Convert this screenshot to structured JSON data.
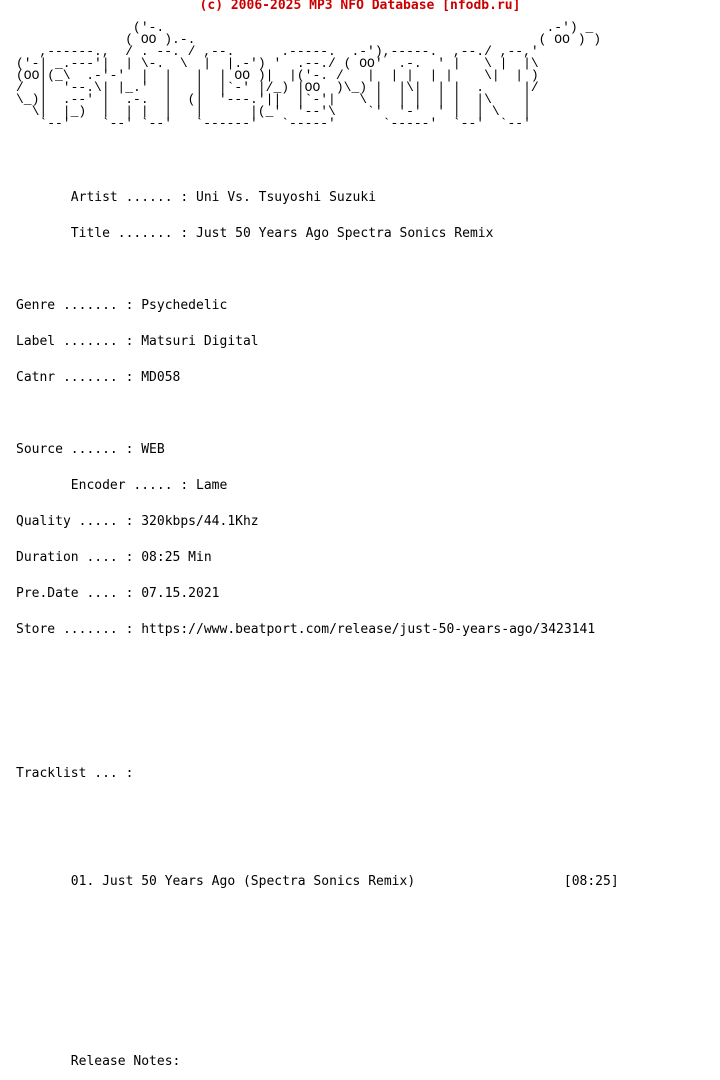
{
  "header": {
    "credit": "(c) 2006-2025 MP3 NFO Database [nfodb.ru]"
  },
  "logo": {
    "ascii": "               ('-.                                                 .-') _\n              ( OO ).-.                                            ( OO ) )\n   ,------.,  / . --. / ,--.      .-----.  .-'),-----.  ,--./ ,--,'\n('-| _.---'|  | \\-.  \\  |  |.-') '  .--./ ( OO'  .-.  ' |   \\ |  |\\\n(OO|(_\\  .-'-'  |  |   |  | OO )|  |('-. /   |  | |  | |    \\|  | )\n/  |  '--.\\| |_.'  |   |  |`-' |/_) |OO  )\\_) |  |\\|  | |  .     |/\n\\_)|  .--' |  .-.  |  (|  '---.'||  |`-'|   \\ |  | |  | |  |\\    |\n  \\|  |_)  |  | |  |   |      |(_'  '--'\\    `'  '-'  ' |  | \\   |\n   `--'    `--' `--'   `------'   `-----'      `-----'  `--'  `--'"
  },
  "nfo": {
    "artist": "       Artist ...... : Uni Vs. Tsuyoshi Suzuki",
    "title": "       Title ....... : Just 50 Years Ago Spectra Sonics Remix",
    "genre": "Genre ....... : Psychedelic",
    "label": "Label ....... : Matsuri Digital",
    "catnr": "Catnr ....... : MD058",
    "source": "Source ...... : WEB",
    "encoder": "       Encoder ..... : Lame",
    "quality": "Quality ..... : 320kbps/44.1Khz",
    "duration": "Duration .... : 08:25 Min",
    "predate": "Pre.Date .... : 07.15.2021",
    "store": "Store ....... : https://www.beatport.com/release/just-50-years-ago/3423141",
    "tracklist_header": "Tracklist ... :",
    "track_01": "       01. Just 50 Years Ago (Spectra Sonics Remix)                   [08:25]",
    "release_notes": "       Release Notes:"
  }
}
